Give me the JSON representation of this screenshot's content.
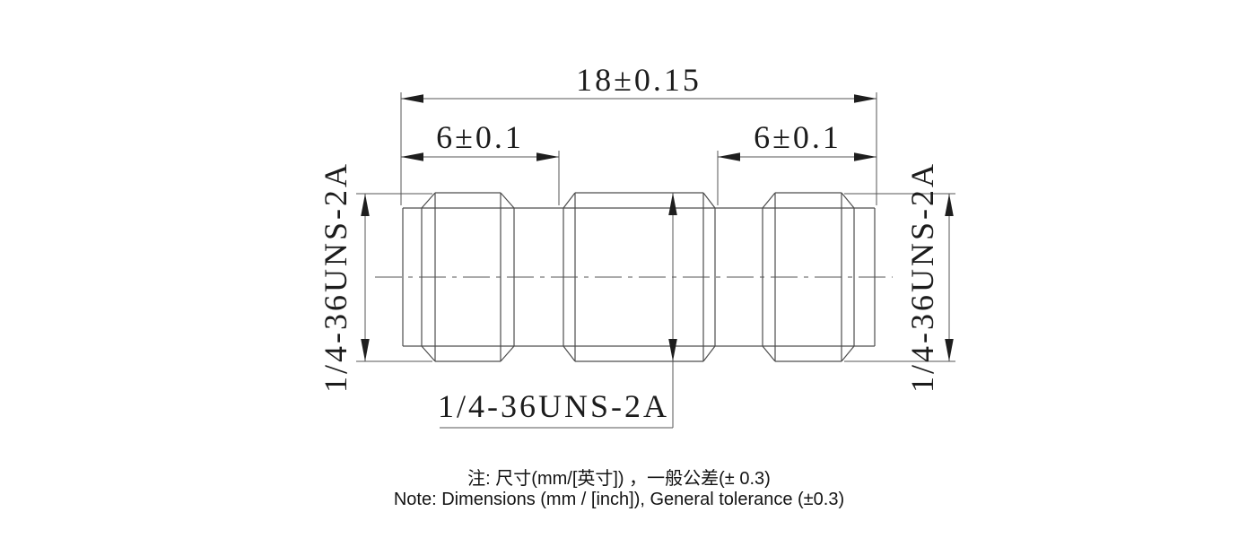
{
  "drawing": {
    "type": "engineering-dimension-drawing",
    "part": "coaxial adapter side view (three hex sections with necks and end caps)",
    "dims": {
      "overall": "18±0.15",
      "seg_left": "6±0.1",
      "seg_right": "6±0.1"
    },
    "threads": {
      "left": "1/4-36UNS-2A",
      "center": "1/4-36UNS-2A",
      "right": "1/4-36UNS-2A"
    },
    "notes": {
      "line1": "注: 尺寸(mm/[英寸]) ，一般公差(± 0.3)",
      "line2": "Note: Dimensions (mm / [inch]), General tolerance (±0.3)"
    },
    "colors": {
      "background": "#ffffff",
      "line": "#4d4d4d",
      "text": "#1c1c1c"
    }
  }
}
